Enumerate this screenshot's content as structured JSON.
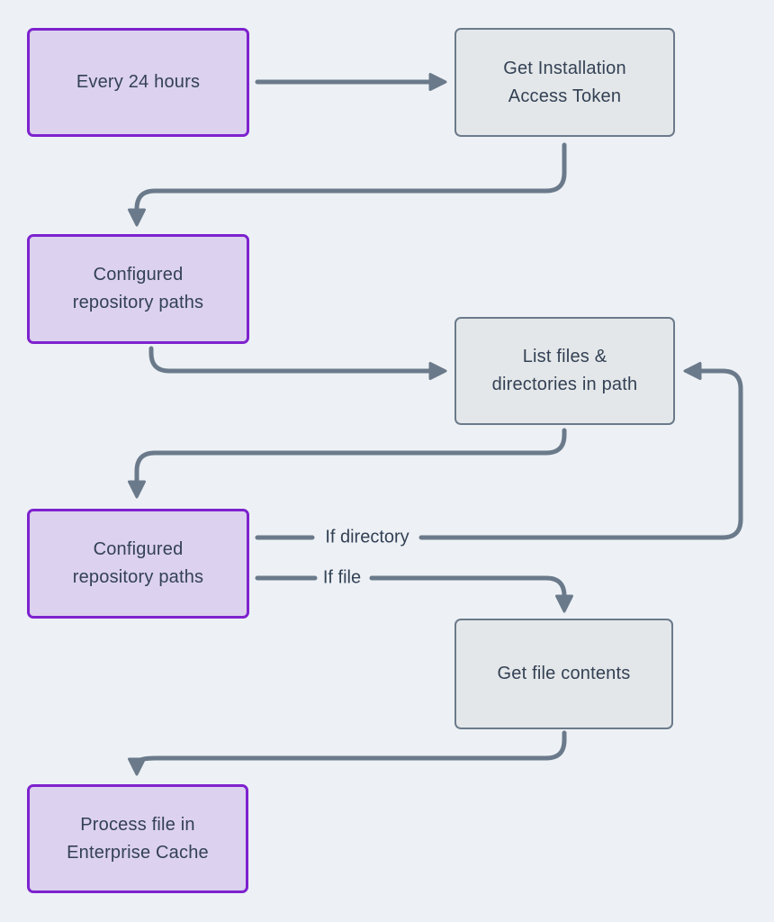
{
  "diagram": {
    "colors": {
      "background": "#edf1f5",
      "arrow": "#6b7a8b",
      "purple_node_border": "#7e22ce",
      "purple_node_fill": "#dcd1ef",
      "gray_node_border": "#6b7a8b",
      "gray_node_fill": "#e4e7e9",
      "text": "#334155"
    },
    "nodes": [
      {
        "id": "every-24-hours",
        "type": "purple",
        "label": "Every 24 hours",
        "lines": [
          "Every 24 hours"
        ]
      },
      {
        "id": "get-installation-access-token",
        "type": "gray",
        "label": "Get Installation Access Token",
        "lines": [
          "Get Installation",
          "Access Token"
        ]
      },
      {
        "id": "configured-repository-paths-1",
        "type": "purple",
        "label": "Configured repository paths",
        "lines": [
          "Configured",
          "repository paths"
        ]
      },
      {
        "id": "list-files-directories-in-path",
        "type": "gray",
        "label": "List files & directories in path",
        "lines": [
          "List files &",
          "directories in path"
        ]
      },
      {
        "id": "configured-repository-paths-2",
        "type": "purple",
        "label": "Configured repository paths",
        "lines": [
          "Configured",
          "repository paths"
        ]
      },
      {
        "id": "get-file-contents",
        "type": "gray",
        "label": "Get file contents",
        "lines": [
          "Get file contents"
        ]
      },
      {
        "id": "process-file-in-enterprise-cache",
        "type": "purple",
        "label": "Process file in Enterprise Cache",
        "lines": [
          "Process file in",
          "Enterprise Cache"
        ]
      }
    ],
    "edges": [
      {
        "from": "every-24-hours",
        "to": "get-installation-access-token",
        "label": ""
      },
      {
        "from": "get-installation-access-token",
        "to": "configured-repository-paths-1",
        "label": ""
      },
      {
        "from": "configured-repository-paths-1",
        "to": "list-files-directories-in-path",
        "label": ""
      },
      {
        "from": "list-files-directories-in-path",
        "to": "configured-repository-paths-2",
        "label": ""
      },
      {
        "from": "configured-repository-paths-2",
        "to": "list-files-directories-in-path",
        "label": "If directory"
      },
      {
        "from": "configured-repository-paths-2",
        "to": "get-file-contents",
        "label": "If file"
      },
      {
        "from": "get-file-contents",
        "to": "process-file-in-enterprise-cache",
        "label": ""
      }
    ]
  }
}
